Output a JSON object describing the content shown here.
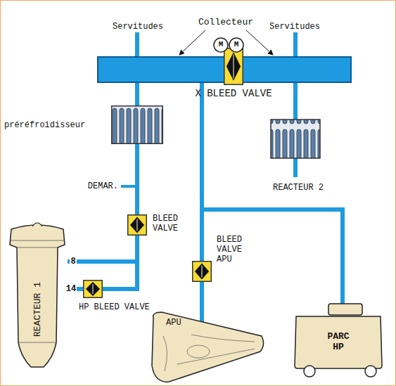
{
  "diagram": {
    "nodes": [
      {
        "text": [
          "Collecteur"
        ]
      },
      {
        "text": [
          "M"
        ]
      },
      {
        "text": [
          "M"
        ]
      },
      {
        "text": [
          "X BLEED VALVE"
        ],
        "in": 0
      },
      {
        "text": [
          "préréfroidisseur"
        ]
      },
      {
        "text": [
          "BLEED VALVE"
        ]
      },
      {
        "text": [
          "HP BLEED VALVE"
        ]
      },
      {
        "text": [
          "REACTEUR 1"
        ]
      },
      {
        "text": [
          "BLEED VALVE APU"
        ]
      },
      {
        "text": [
          "APU"
        ]
      },
      {
        "text": [
          "PARC HP"
        ]
      }
    ],
    "edges": [
      {
        "from": 4,
        "to": 0,
        "arrow": "none"
      },
      {
        "from": 5,
        "to": 4,
        "arrow": "none"
      },
      {
        "from": 6,
        "to": 5,
        "arrow": "none"
      },
      {
        "from": 7,
        "to": 5,
        "label": "8",
        "arrow": "none"
      },
      {
        "from": 7,
        "to": 6,
        "label": "14",
        "arrow": "none"
      },
      {
        "from": 8,
        "to": 0,
        "arrow": "none"
      },
      {
        "from": 9,
        "to": 8,
        "arrow": "none"
      },
      {
        "from": 10,
        "to": 0,
        "arrow": "none"
      }
    ],
    "labels": [
      "Servitudes",
      "Servitudes",
      "DEMAR.",
      "REACTEUR 2"
    ]
  }
}
